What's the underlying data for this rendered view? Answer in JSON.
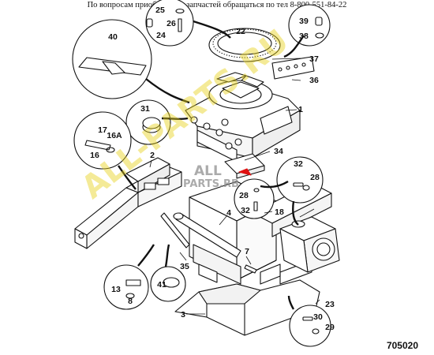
{
  "header": {
    "notice": "По вопросам приобретения запчастей обращаться по тел 8-800-551-84-22"
  },
  "figure_code": "705020",
  "watermark": {
    "diagonal": "ALL-PARTS.RU",
    "center_top": "ALL",
    "center_bottom": "PARTS.RB"
  },
  "callouts": {
    "c25": "25",
    "c26": "26",
    "c24": "24",
    "c22": "22",
    "c39": "39",
    "c38": "38",
    "c40": "40",
    "c37": "37",
    "c36": "36",
    "c31": "31",
    "c1": "1",
    "c17": "17",
    "c16a": "16A",
    "c16": "16",
    "c2": "2",
    "c34": "34",
    "c32a": "32",
    "c28a": "28",
    "c28b": "28",
    "c32b": "32",
    "c18": "18",
    "c4": "4",
    "c7": "7",
    "c35": "35",
    "c41": "41",
    "c13": "13",
    "c8": "8",
    "c23": "23",
    "c3": "3",
    "c30": "30",
    "c29": "29"
  },
  "colors": {
    "line": "#111111",
    "accent": "#e01010",
    "watermark": "#e8d21a"
  }
}
